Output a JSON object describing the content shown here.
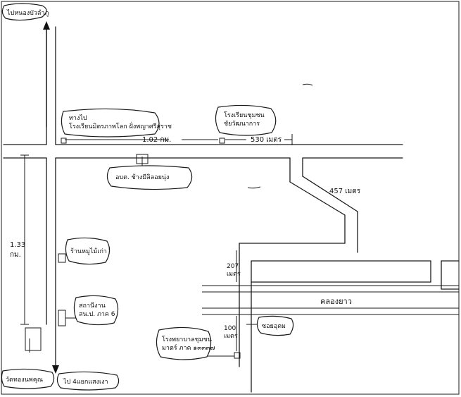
{
  "labels": {
    "top_destination": "ไปหนองบัวลำภู",
    "hospital": "ทางไป\nโรงเรียนมิตรภาพโลก ฝั่งพญาศรีสุราช",
    "school_lane": "โรงเรียนชุมชน\nชัยวัฒนาการ",
    "office": "อบต. ช้างมีลิลอยนุ่ง",
    "shop": "ร้านหมูไม้เก่า",
    "station": "สถานีงาน\nสน.ป. ภาค 6",
    "temple_bottom": "วัดทองนพคุณ",
    "bottom_destination": "ไป 4แยกแสงเงา",
    "destination": "โรงพยาบาลชุมชน\nมาตร์ ภาค ๑๓๓๓๗",
    "canal": "คลองยาว",
    "alley": "ซอยอุดม"
  },
  "distances": {
    "d_top_left": "1.02 กม.",
    "d_top_right": "530 เมตร",
    "d_curve": "457 เมตร",
    "d_vertical": "1.33\nกม.",
    "d_207": "207\nเมตร",
    "d_100": "100\nเมตร"
  }
}
